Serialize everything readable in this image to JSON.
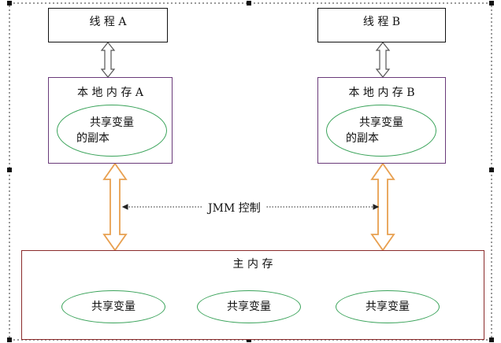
{
  "thread_a": {
    "title": "线 程 A"
  },
  "thread_b": {
    "title": "线 程 B"
  },
  "local_a": {
    "title": "本 地 内 存 A",
    "copy_line1": "共享变量",
    "copy_line2": "的副本"
  },
  "local_b": {
    "title": "本 地 内 存 B",
    "copy_line1": "共享变量",
    "copy_line2": "的副本"
  },
  "jmm_label": "JMM 控制",
  "main_memory": {
    "title": "主 内 存",
    "vars": [
      "共享变量",
      "共享变量",
      "共享变量"
    ]
  },
  "colors": {
    "thread_border": "#111111",
    "local_border": "#6a3a7a",
    "main_border": "#8a2a2a",
    "ellipse_border": "#3aa35a",
    "arrow_orange": "#e8a050",
    "arrow_gray": "#555555"
  }
}
